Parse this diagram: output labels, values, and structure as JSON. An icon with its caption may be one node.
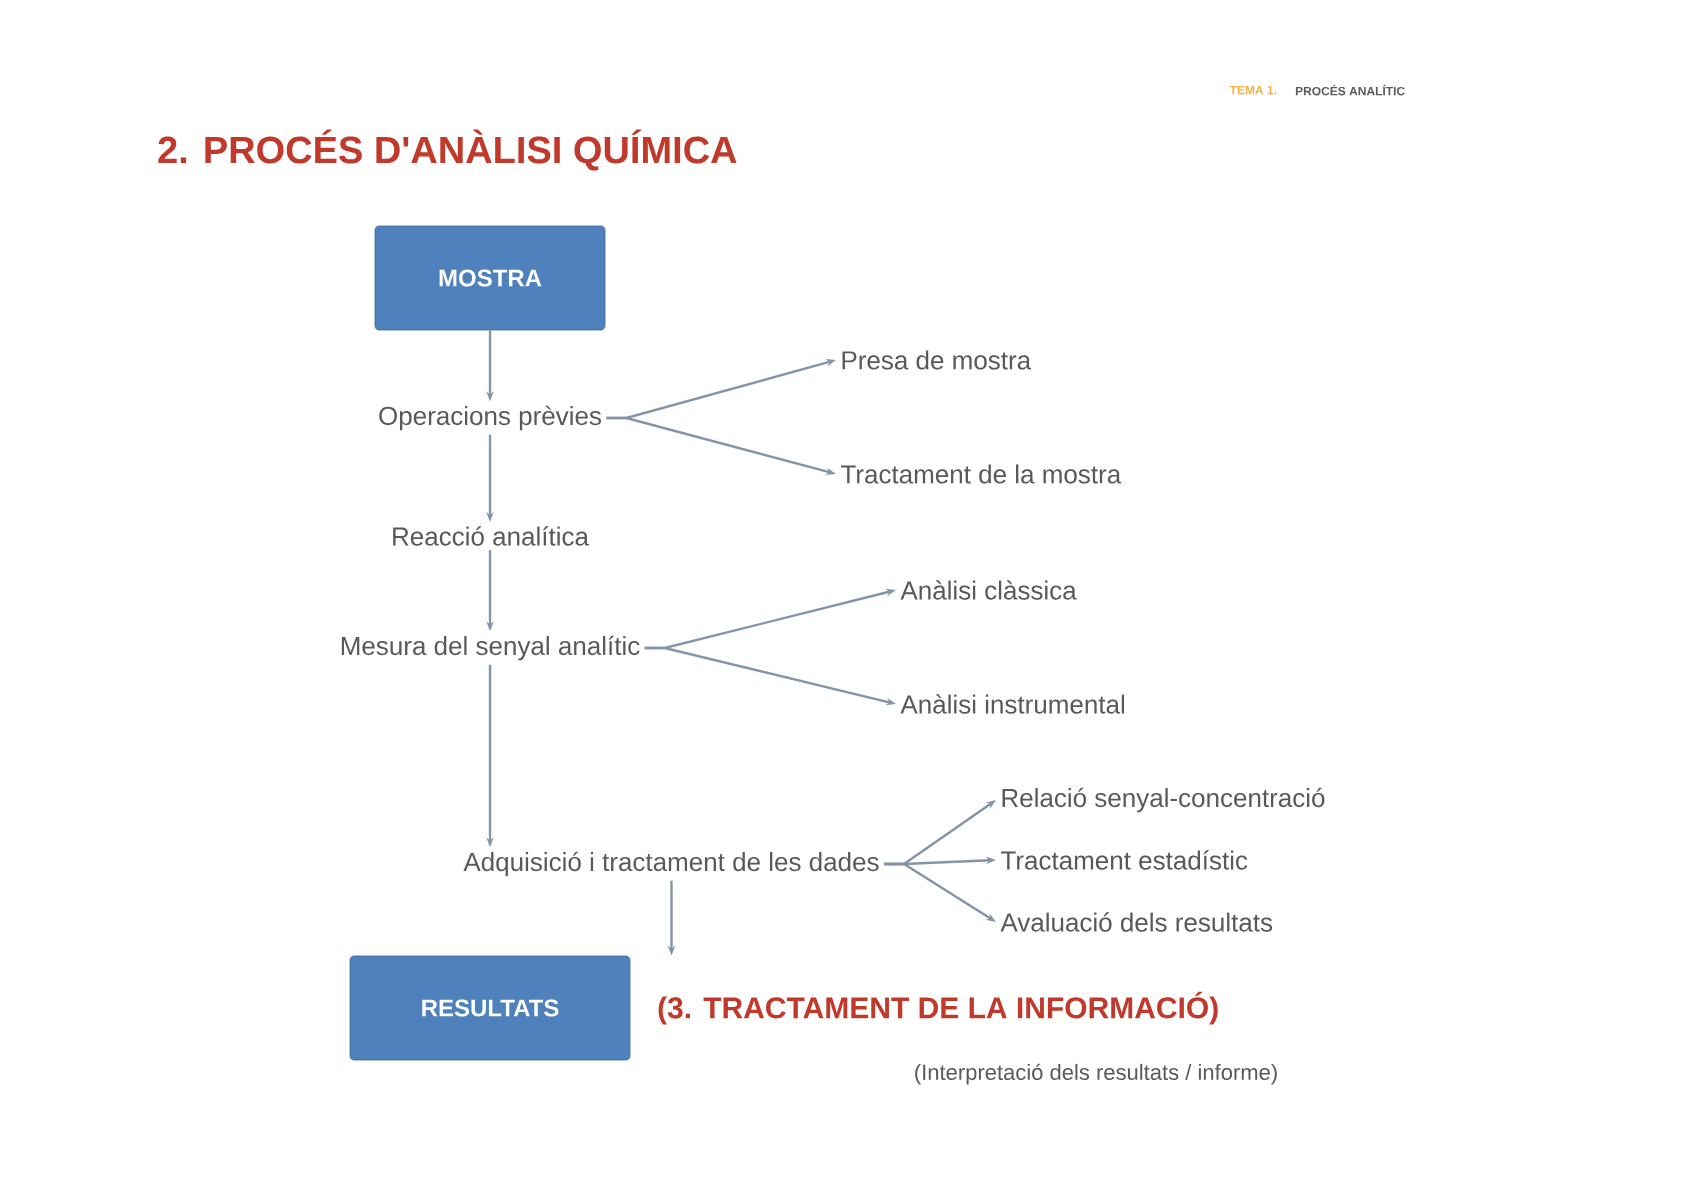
{
  "diagram": {
    "title": "2. PROCÉS D'ANÀLISI QUÍMICA",
    "nodes": [
      {
        "text": [
          "MOSTRA"
        ]
      },
      {
        "text": [
          "Operacions prèvies"
        ]
      },
      {
        "text": [
          "Presa de mostra"
        ]
      },
      {
        "text": [
          "Tractament de la mostra"
        ]
      },
      {
        "text": [
          "Reacció analítica"
        ]
      },
      {
        "text": [
          "Mesura del senyal analític"
        ]
      },
      {
        "text": [
          "Anàlisi clàssica"
        ]
      },
      {
        "text": [
          "Anàlisi instrumental"
        ]
      },
      {
        "text": [
          "Adquisició i tractament de les dades"
        ]
      },
      {
        "text": [
          "Relació senyal-concentració"
        ]
      },
      {
        "text": [
          "Tractament estadístic"
        ]
      },
      {
        "text": [
          "Avaluació dels resultats"
        ]
      },
      {
        "text": [
          "RESULTATS"
        ]
      }
    ],
    "edges": [
      {
        "from": 0,
        "to": 1,
        "arrow": "to"
      },
      {
        "from": 1,
        "to": 2,
        "arrow": "to"
      },
      {
        "from": 1,
        "to": 3,
        "arrow": "to"
      },
      {
        "from": 1,
        "to": 4,
        "arrow": "to"
      },
      {
        "from": 4,
        "to": 5,
        "arrow": "to"
      },
      {
        "from": 5,
        "to": 6,
        "arrow": "to"
      },
      {
        "from": 5,
        "to": 7,
        "arrow": "to"
      },
      {
        "from": 5,
        "to": 8,
        "arrow": "to"
      },
      {
        "from": 8,
        "to": 9,
        "arrow": "to"
      },
      {
        "from": 8,
        "to": 10,
        "arrow": "to"
      },
      {
        "from": 8,
        "to": 11,
        "arrow": "to"
      },
      {
        "from": 8,
        "to": 12,
        "arrow": "to"
      }
    ],
    "labels": [
      "TEMA 1.",
      "PROCÉS ANALÍTIC",
      "(3. TRACTAMENT DE LA INFORMACIÓ)",
      "(Interpretació dels resultats / informe)"
    ]
  }
}
